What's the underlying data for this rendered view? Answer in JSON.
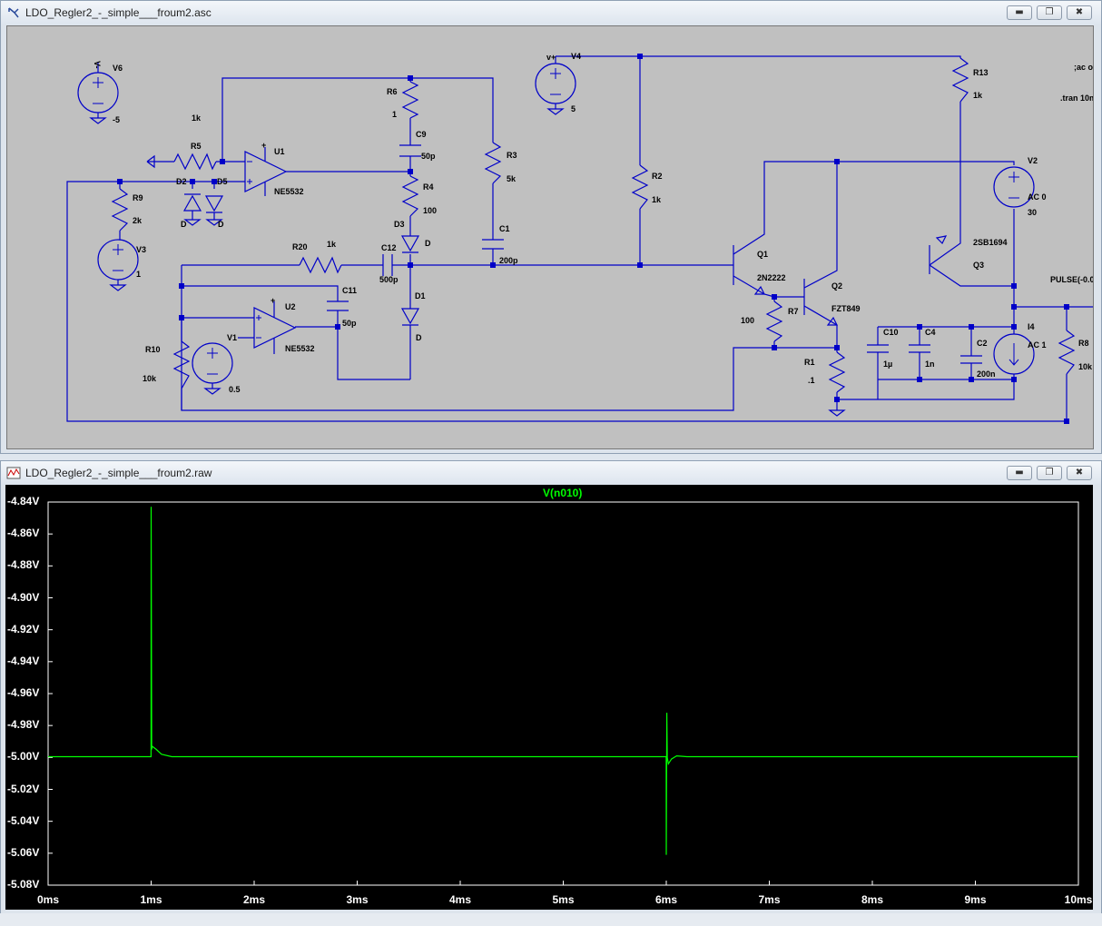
{
  "schematic_window": {
    "title": "LDO_Regler2_-_simple___froum2.asc",
    "labels": {
      "V6": "V6",
      "V6_val": "-5",
      "V4": "V4",
      "V4_val": "5",
      "V4_net": "v+",
      "V2": "V2",
      "V2_ac": "AC 0",
      "V2_val": "30",
      "V3": "V3",
      "V3_val": "1",
      "V1": "V1",
      "V1_val": "0.5",
      "I4": "I4",
      "I4_ac": "AC 1",
      "R5": "R5",
      "R5_val": "1k",
      "R6": "R6",
      "R6_val": "1",
      "R3": "R3",
      "R3_val": "5k",
      "R2": "R2",
      "R2_val": "1k",
      "R13": "R13",
      "R13_val": "1k",
      "R9": "R9",
      "R9_val": "2k",
      "R4": "R4",
      "R4_val": "100",
      "R20": "R20",
      "R20_val": "1k",
      "R10": "R10",
      "R10_val": "10k",
      "R7": "R7",
      "R7_val": "100",
      "R1": "R1",
      "R1_val": ".1",
      "R8": "R8",
      "R8_val": "10k",
      "C9": "C9",
      "C9_val": "50p",
      "C1": "C1",
      "C1_val": "200p",
      "C12": "C12",
      "C12_val": "500p",
      "C11": "C11",
      "C11_val": "50p",
      "C10": "C10",
      "C10_val": "1µ",
      "C4": "C4",
      "C4_val": "1n",
      "C2": "C2",
      "C2_val": "200n",
      "D2": "D2",
      "D5": "D5",
      "D_model": "D",
      "D3": "D3",
      "D1": "D1",
      "U1": "U1",
      "U2": "U2",
      "opamp_model": "NE5532",
      "Q1": "Q1",
      "Q1_model": "2N2222",
      "Q2": "Q2",
      "Q2_model": "FZT849",
      "Q3": "Q3",
      "Q3_model": "2SB1694",
      "pulse": "PULSE(-0.0",
      "ac_dir": ";ac o",
      "tran_dir": ".tran 10m",
      "vplus": "+",
      "vminus": "V-"
    }
  },
  "plot_window": {
    "title": "LDO_Regler2_-_simple___froum2.raw"
  },
  "chart_data": {
    "type": "line",
    "title": "V(n010)",
    "xlabel": "",
    "ylabel": "",
    "x_ticks": [
      "0ms",
      "1ms",
      "2ms",
      "3ms",
      "4ms",
      "5ms",
      "6ms",
      "7ms",
      "8ms",
      "9ms",
      "10ms"
    ],
    "y_ticks": [
      "-4.84V",
      "-4.86V",
      "-4.88V",
      "-4.90V",
      "-4.92V",
      "-4.94V",
      "-4.96V",
      "-4.98V",
      "-5.00V",
      "-5.02V",
      "-5.04V",
      "-5.06V",
      "-5.08V"
    ],
    "xlim": [
      0,
      10
    ],
    "ylim": [
      -5.08,
      -4.84
    ],
    "grid": false,
    "series": [
      {
        "name": "V(n010)",
        "color": "#00ff00",
        "x": [
          0,
          0.999,
          1.0,
          1.005,
          1.01,
          1.05,
          1.1,
          1.2,
          1.5,
          5.999,
          6.0,
          6.005,
          6.01,
          6.02,
          6.05,
          6.1,
          6.2,
          6.5,
          10
        ],
        "y": [
          -4.9995,
          -4.9995,
          -4.843,
          -4.995,
          -4.993,
          -4.995,
          -4.998,
          -4.9995,
          -4.9995,
          -4.9995,
          -5.061,
          -4.972,
          -5.0,
          -5.004,
          -5.001,
          -4.999,
          -4.9995,
          -4.9995,
          -4.9995
        ]
      }
    ]
  }
}
